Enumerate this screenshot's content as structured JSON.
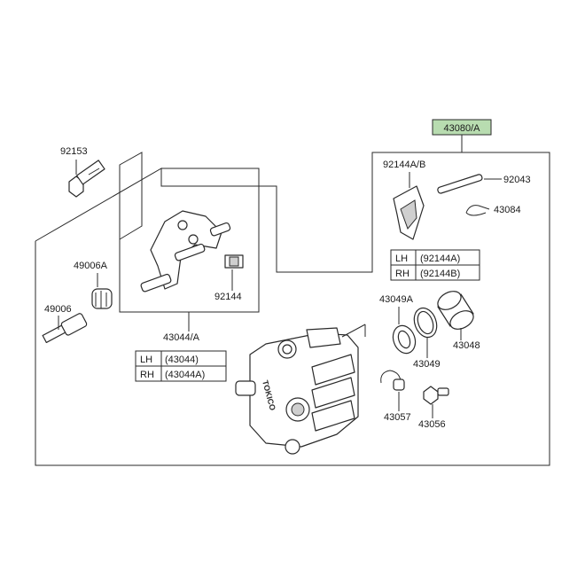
{
  "diagram": {
    "assembly_label": "43080/A",
    "assembly_label_color": "#b8dcb0",
    "parts": [
      {
        "id": "p92153",
        "label": "92153",
        "icon": "bolt-icon"
      },
      {
        "id": "p49006A",
        "label": "49006A",
        "icon": "dust-boot-icon"
      },
      {
        "id": "p49006",
        "label": "49006",
        "icon": "slide-pin-icon"
      },
      {
        "id": "p92144",
        "label": "92144",
        "icon": "spring-clip-icon"
      },
      {
        "id": "p43044",
        "label": "43044/A",
        "icon": "caliper-bracket-icon"
      },
      {
        "id": "p92144AB",
        "label": "92144A/B",
        "icon": "pad-spring-icon"
      },
      {
        "id": "p92043",
        "label": "92043",
        "icon": "pad-pin-icon"
      },
      {
        "id": "p43084",
        "label": "43084",
        "icon": "r-clip-icon"
      },
      {
        "id": "p43049A",
        "label": "43049A",
        "icon": "dust-seal-icon"
      },
      {
        "id": "p43049",
        "label": "43049",
        "icon": "piston-seal-icon"
      },
      {
        "id": "p43048",
        "label": "43048",
        "icon": "piston-icon"
      },
      {
        "id": "p43057",
        "label": "43057",
        "icon": "bleeder-cap-icon"
      },
      {
        "id": "p43056",
        "label": "43056",
        "icon": "bleeder-valve-icon"
      }
    ],
    "tables": {
      "bracket": {
        "rows": [
          {
            "side": "LH",
            "code": "(43044)"
          },
          {
            "side": "RH",
            "code": "(43044A)"
          }
        ]
      },
      "spring": {
        "rows": [
          {
            "side": "LH",
            "code": "(92144A)"
          },
          {
            "side": "RH",
            "code": "(92144B)"
          }
        ]
      }
    },
    "caliper_text": "TOKICO"
  }
}
